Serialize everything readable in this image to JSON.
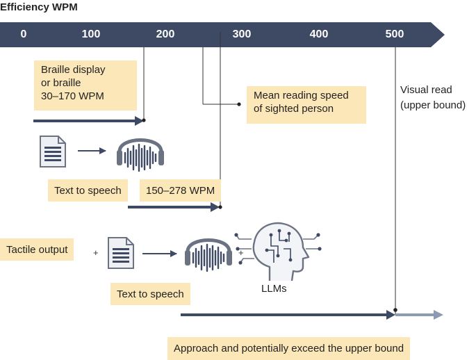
{
  "title": "Efficiency WPM",
  "axis": {
    "ticks": [
      "0",
      "100",
      "200",
      "300",
      "400",
      "500"
    ],
    "bar_color": "#3e4a63"
  },
  "colors": {
    "arrow_dark": "#3e4a63",
    "arrow_light": "#8d9ab3",
    "highlight": "#fbe7b8",
    "icon_gray": "#6b7282"
  },
  "labels": {
    "braille_line1": "Braille display",
    "braille_line2": "or braille",
    "braille_line3": "30–170 WPM",
    "mean_line1": "Mean reading speed",
    "mean_line2": "of sighted person",
    "visual_line1": "Visual read",
    "visual_line2": "(upper bound)",
    "tts1": "Text to speech",
    "tts_range": "150–278 WPM",
    "tactile": "Tactile output",
    "tts2": "Text to speech",
    "llms": "LLMs",
    "approach": "Approach and potentially exceed the upper bound",
    "plus": "+"
  },
  "icons": {
    "document": "document-icon",
    "headphones": "headphones-waveform-icon",
    "brain": "ai-head-circuit-icon"
  }
}
